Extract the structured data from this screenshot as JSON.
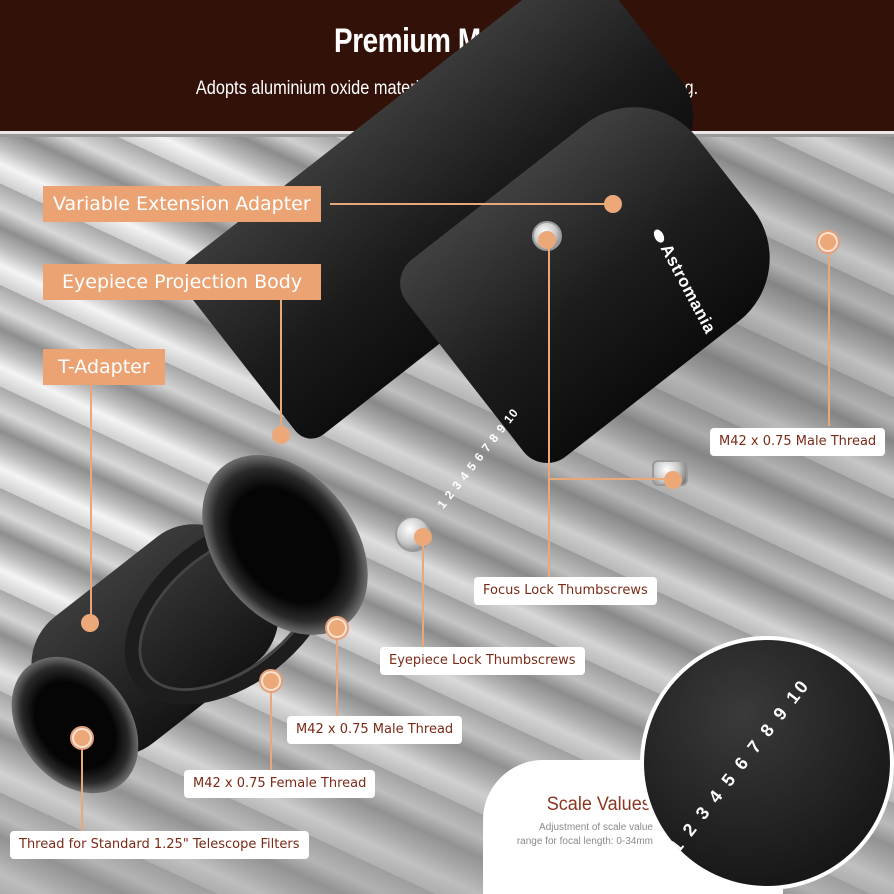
{
  "header": {
    "title": "Premium Material",
    "subtitle": "Adopts aluminium oxide material, solid and sturdy for long time using."
  },
  "colors": {
    "header_bg": "#321109",
    "tag_bg": "#eba373",
    "note_text": "#7a2b17",
    "accent_line": "#e8a87a"
  },
  "brand": "Astromania",
  "part_tags": [
    {
      "label": "Variable Extension Adapter"
    },
    {
      "label": "Eyepiece Projection Body"
    },
    {
      "label": "T-Adapter"
    }
  ],
  "callouts": [
    {
      "label": "M42 x 0.75 Male Thread"
    },
    {
      "label": "Focus Lock Thumbscrews"
    },
    {
      "label": "Eyepiece Lock Thumbscrews"
    },
    {
      "label": "M42 x 0.75 Male Thread"
    },
    {
      "label": "M42 x 0.75 Female Thread"
    },
    {
      "label": "Thread for Standard 1.25\" Telescope Filters"
    }
  ],
  "scale_ticks": "1 2 3 4 5 6 7 8 9 10",
  "scale_callout": {
    "title": "Scale Values",
    "line1": "Adjustment of scale value",
    "line2": "range for focal length: 0-34mm"
  }
}
